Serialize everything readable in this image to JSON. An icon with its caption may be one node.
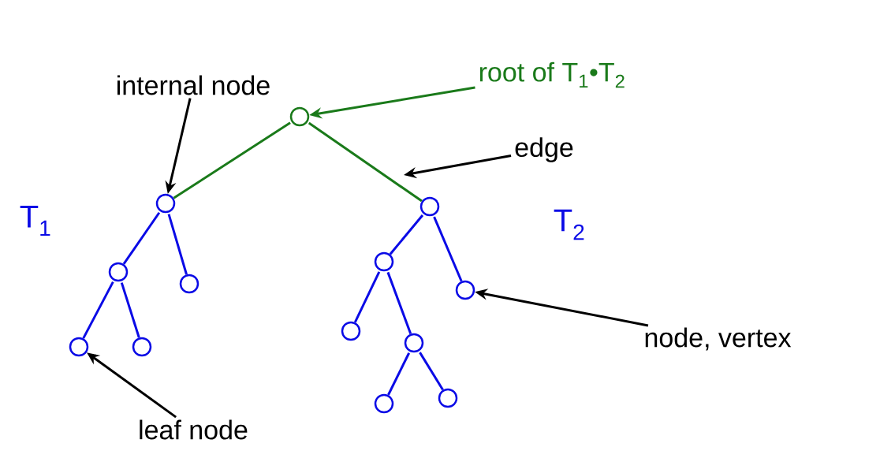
{
  "diagram": {
    "nodes": [
      {
        "text": [],
        "shape": "circle"
      },
      {
        "text": [],
        "shape": "circle"
      },
      {
        "text": [],
        "shape": "circle"
      },
      {
        "text": [],
        "shape": "circle"
      },
      {
        "text": [],
        "shape": "circle"
      },
      {
        "text": [],
        "shape": "circle"
      },
      {
        "text": [],
        "shape": "circle"
      },
      {
        "text": [],
        "shape": "circle"
      },
      {
        "text": [],
        "shape": "circle"
      },
      {
        "text": [],
        "shape": "circle"
      },
      {
        "text": [],
        "shape": "circle"
      },
      {
        "text": [],
        "shape": "circle"
      },
      {
        "text": [],
        "shape": "circle"
      },
      {
        "text": [
          "internal node"
        ]
      },
      {
        "text": [
          "root of T$_{1}$•T$_{2}$"
        ]
      },
      {
        "text": [
          "edge"
        ]
      },
      {
        "text": [
          "node, vertex"
        ]
      },
      {
        "text": [
          "leaf node"
        ]
      }
    ],
    "edges": [
      {
        "from": 0,
        "to": 1,
        "arrow": "none",
        "color": "#1a7a1a"
      },
      {
        "from": 0,
        "to": 2,
        "arrow": "none",
        "color": "#1a7a1a"
      },
      {
        "from": 1,
        "to": 3,
        "arrow": "none"
      },
      {
        "from": 1,
        "to": 4,
        "arrow": "none"
      },
      {
        "from": 3,
        "to": 5,
        "arrow": "none"
      },
      {
        "from": 3,
        "to": 6,
        "arrow": "none"
      },
      {
        "from": 2,
        "to": 7,
        "arrow": "none"
      },
      {
        "from": 2,
        "to": 8,
        "arrow": "none"
      },
      {
        "from": 7,
        "to": 9,
        "arrow": "none"
      },
      {
        "from": 7,
        "to": 10,
        "arrow": "none"
      },
      {
        "from": 10,
        "to": 11,
        "arrow": "none"
      },
      {
        "from": 10,
        "to": 12,
        "arrow": "none"
      },
      {
        "from": 13,
        "to": 1,
        "arrow": "to",
        "color": "#000000"
      },
      {
        "from": 14,
        "to": 0,
        "arrow": "to",
        "color": "#1a7a1a"
      },
      {
        "from": 15,
        "to": null,
        "arrow": "to",
        "color": "#000000"
      },
      {
        "from": 16,
        "to": 8,
        "arrow": "to",
        "color": "#000000"
      },
      {
        "from": 17,
        "to": 5,
        "arrow": "to",
        "color": "#000000"
      }
    ],
    "labels": [
      "T$_{1}$",
      "T$_{2}$"
    ]
  }
}
